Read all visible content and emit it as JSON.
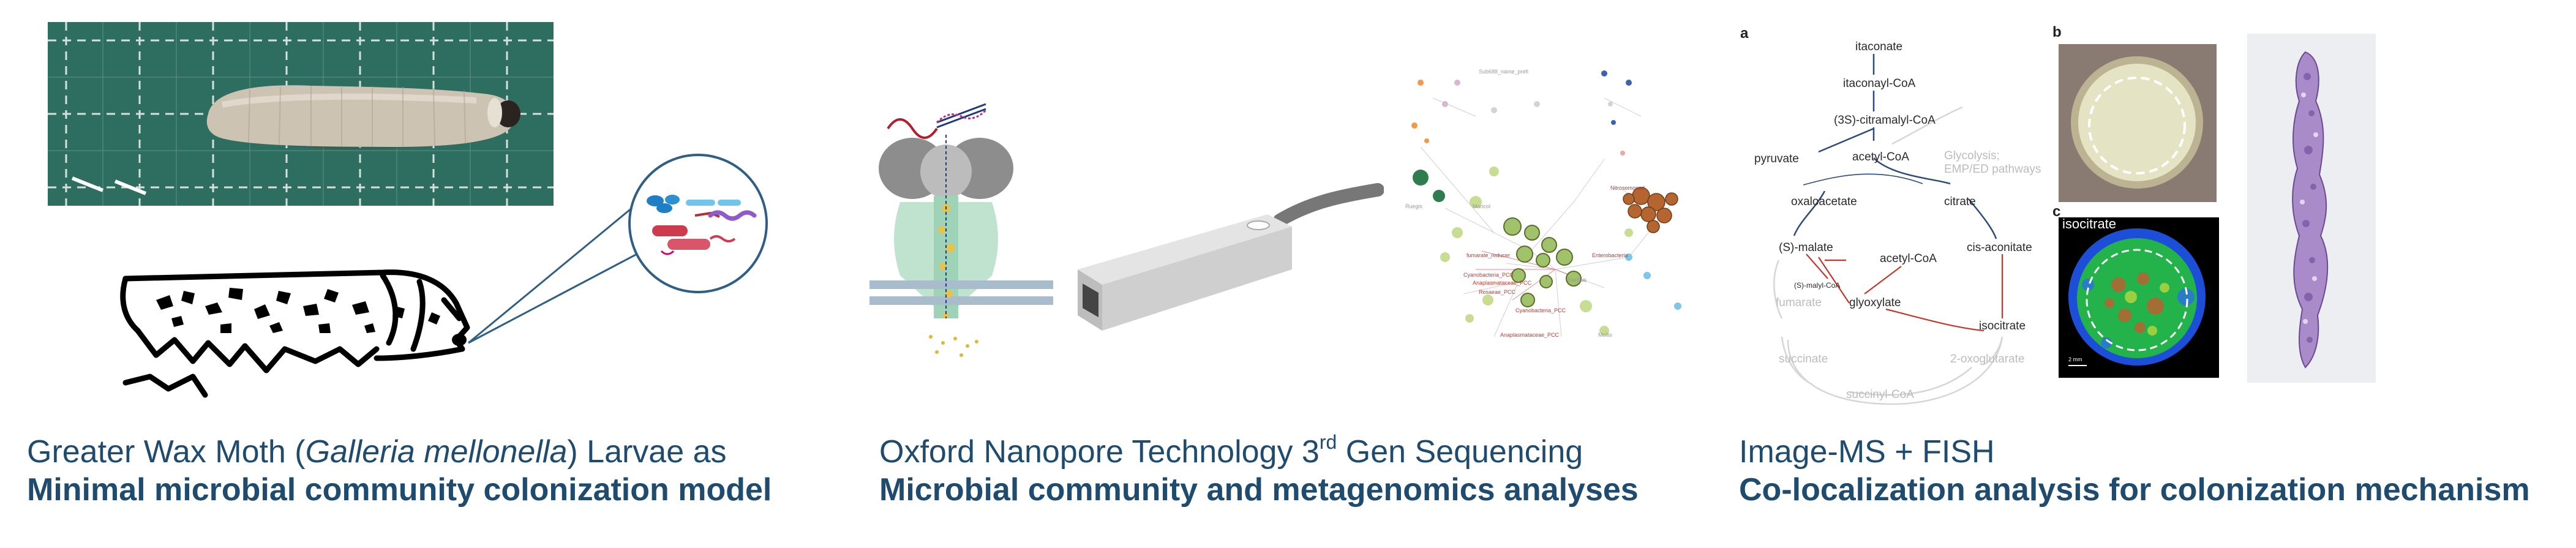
{
  "panels": [
    {
      "id": "wax-moth",
      "title_prefix": "Greater Wax Moth (",
      "title_italic": "Galleria mellonella",
      "title_suffix": ") Larvae as",
      "subtitle": "Minimal microbial community colonization model"
    },
    {
      "id": "nanopore",
      "title_main": "Oxford Nanopore Technology 3",
      "title_sup": "rd",
      "title_after": " Gen Sequencing",
      "subtitle": "Microbial community and metagenomics analyses"
    },
    {
      "id": "imaging",
      "title": "Image-MS + FISH",
      "subtitle": "Co-localization analysis for colonization mechanism"
    }
  ],
  "pathway": {
    "panel_a": "a",
    "panel_b": "b",
    "panel_c": "c",
    "itaconate": "itaconate",
    "itaconyl_coa": "itaconayl-CoA",
    "citramalyl_coa": "(3S)-citramalyl-CoA",
    "pyruvate": "pyruvate",
    "acetyl_coa_top": "acetyl-CoA",
    "glycolysis_1": "Glycolysis;",
    "glycolysis_2": "EMP/ED pathways",
    "oxaloacetate": "oxaloacetate",
    "citrate": "citrate",
    "malate": "(S)-malate",
    "acetyl_coa_mid": "acetyl-CoA",
    "cis_aconitate": "cis-aconitate",
    "malyl_coa": "(S)-malyl-CoA",
    "fumarate": "fumarate",
    "glyoxylate": "glyoxylate",
    "isocitrate": "isocitrate",
    "succinate": "succinate",
    "oxoglutarate": "2-oxoglutarate",
    "succinyl_coa": "succinyl-CoA",
    "ms_label": "isocitrate",
    "scale_label": "2 mm"
  },
  "colors": {
    "caption": "#1f4b6e",
    "grid_mat": "#2c6b5e",
    "larva": "#cfc6b6",
    "pathway_red": "#c0392b",
    "pathway_blue": "#2c4a7a",
    "network_green": "#a8c66c",
    "network_brown": "#b5652f"
  }
}
